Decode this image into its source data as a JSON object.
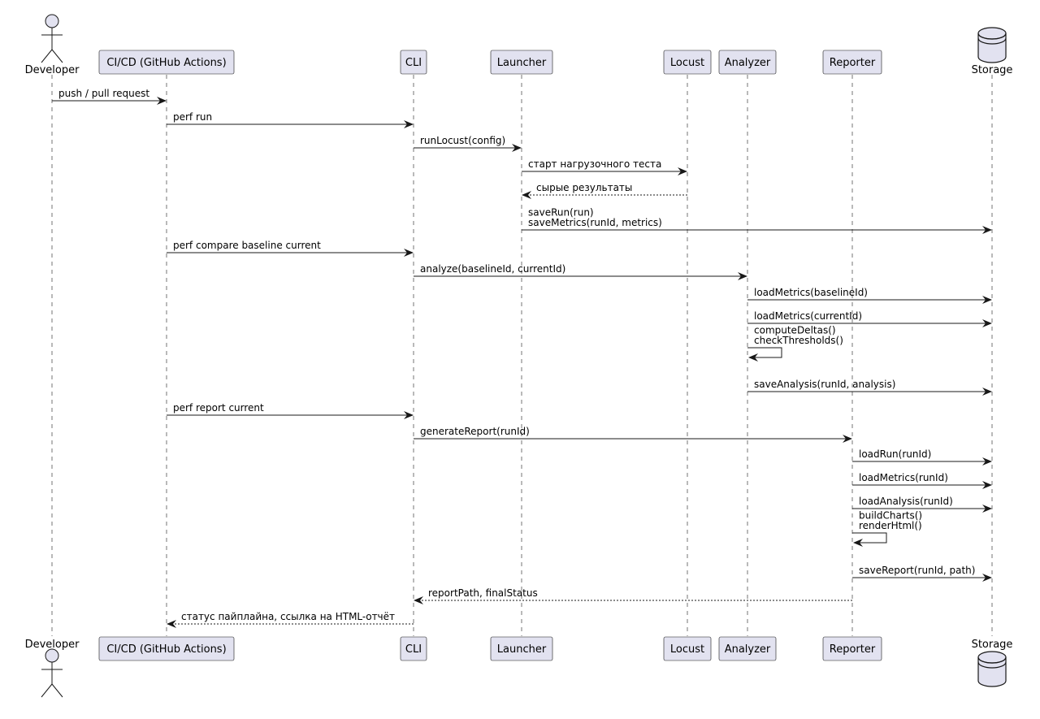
{
  "diagram": {
    "participants": [
      {
        "id": "developer",
        "label": "Developer",
        "kind": "actor"
      },
      {
        "id": "cicd",
        "label": "CI/CD (GitHub Actions)",
        "kind": "participant"
      },
      {
        "id": "cli",
        "label": "CLI",
        "kind": "participant"
      },
      {
        "id": "launcher",
        "label": "Launcher",
        "kind": "participant"
      },
      {
        "id": "locust",
        "label": "Locust",
        "kind": "participant"
      },
      {
        "id": "analyzer",
        "label": "Analyzer",
        "kind": "participant"
      },
      {
        "id": "reporter",
        "label": "Reporter",
        "kind": "participant"
      },
      {
        "id": "storage",
        "label": "Storage",
        "kind": "database"
      }
    ],
    "messages": [
      {
        "from": "developer",
        "to": "cicd",
        "lines": [
          "push / pull request"
        ],
        "type": "sync"
      },
      {
        "from": "cicd",
        "to": "cli",
        "lines": [
          "perf run"
        ],
        "type": "sync"
      },
      {
        "from": "cli",
        "to": "launcher",
        "lines": [
          "runLocust(config)"
        ],
        "type": "sync"
      },
      {
        "from": "launcher",
        "to": "locust",
        "lines": [
          "старт нагрузочного теста"
        ],
        "type": "sync"
      },
      {
        "from": "locust",
        "to": "launcher",
        "lines": [
          "сырые результаты"
        ],
        "type": "reply"
      },
      {
        "from": "launcher",
        "to": "storage",
        "lines": [
          "saveRun(run)",
          "saveMetrics(runId, metrics)"
        ],
        "type": "sync"
      },
      {
        "from": "cicd",
        "to": "cli",
        "lines": [
          "perf compare baseline current"
        ],
        "type": "sync"
      },
      {
        "from": "cli",
        "to": "analyzer",
        "lines": [
          "analyze(baselineId, currentId)"
        ],
        "type": "sync"
      },
      {
        "from": "analyzer",
        "to": "storage",
        "lines": [
          "loadMetrics(baselineId)"
        ],
        "type": "sync"
      },
      {
        "from": "analyzer",
        "to": "storage",
        "lines": [
          "loadMetrics(currentId)"
        ],
        "type": "sync"
      },
      {
        "from": "analyzer",
        "to": "analyzer",
        "lines": [
          "computeDeltas()",
          "checkThresholds()"
        ],
        "type": "self"
      },
      {
        "from": "analyzer",
        "to": "storage",
        "lines": [
          "saveAnalysis(runId, analysis)"
        ],
        "type": "sync"
      },
      {
        "from": "cicd",
        "to": "cli",
        "lines": [
          "perf report current"
        ],
        "type": "sync"
      },
      {
        "from": "cli",
        "to": "reporter",
        "lines": [
          "generateReport(runId)"
        ],
        "type": "sync"
      },
      {
        "from": "reporter",
        "to": "storage",
        "lines": [
          "loadRun(runId)"
        ],
        "type": "sync"
      },
      {
        "from": "reporter",
        "to": "storage",
        "lines": [
          "loadMetrics(runId)"
        ],
        "type": "sync"
      },
      {
        "from": "reporter",
        "to": "storage",
        "lines": [
          "loadAnalysis(runId)"
        ],
        "type": "sync"
      },
      {
        "from": "reporter",
        "to": "reporter",
        "lines": [
          "buildCharts()",
          "renderHtml()"
        ],
        "type": "self"
      },
      {
        "from": "reporter",
        "to": "storage",
        "lines": [
          "saveReport(runId, path)"
        ],
        "type": "sync"
      },
      {
        "from": "reporter",
        "to": "cli",
        "lines": [
          "reportPath, finalStatus"
        ],
        "type": "reply"
      },
      {
        "from": "cli",
        "to": "cicd",
        "lines": [
          "статус пайплайна, ссылка на HTML-отчёт"
        ],
        "type": "reply"
      }
    ]
  }
}
